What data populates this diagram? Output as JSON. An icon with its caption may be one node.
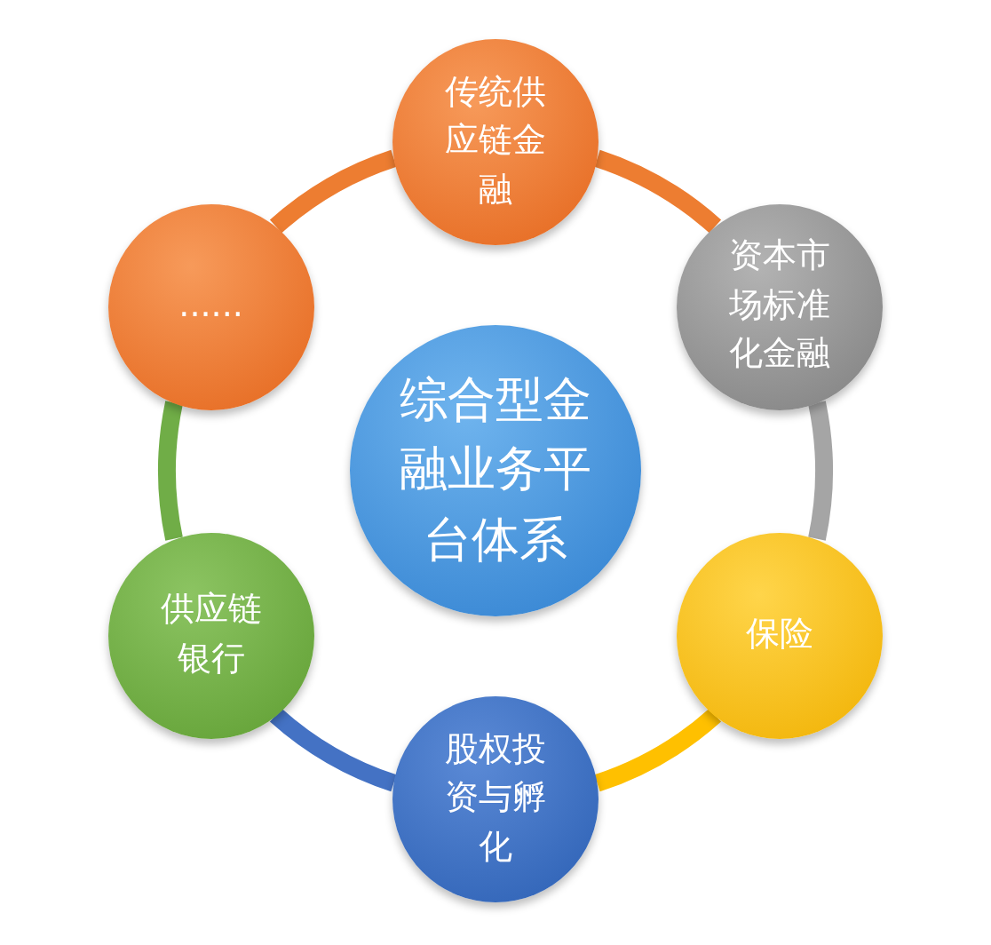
{
  "diagram": {
    "nodes": [
      {
        "text": [
          "综合型金融业务平台体系"
        ]
      },
      {
        "text": [
          "传统供应链金融"
        ]
      },
      {
        "text": [
          "资本市场标准化金融"
        ]
      },
      {
        "text": [
          "保险"
        ]
      },
      {
        "text": [
          "股权投资与孵化"
        ]
      },
      {
        "text": [
          "供应链银行"
        ]
      },
      {
        "text": [
          "......"
        ]
      }
    ],
    "edges": [
      {
        "from": 1,
        "to": 2,
        "arrow": "none",
        "color": "#ed7d31"
      },
      {
        "from": 2,
        "to": 3,
        "arrow": "none",
        "color": "#a5a5a5"
      },
      {
        "from": 3,
        "to": 4,
        "arrow": "none",
        "color": "#ffc000"
      },
      {
        "from": 4,
        "to": 5,
        "arrow": "none",
        "color": "#4472c4"
      },
      {
        "from": 5,
        "to": 6,
        "arrow": "none",
        "color": "#70ad47"
      },
      {
        "from": 6,
        "to": 1,
        "arrow": "none",
        "color": "#ed7d31"
      }
    ]
  }
}
